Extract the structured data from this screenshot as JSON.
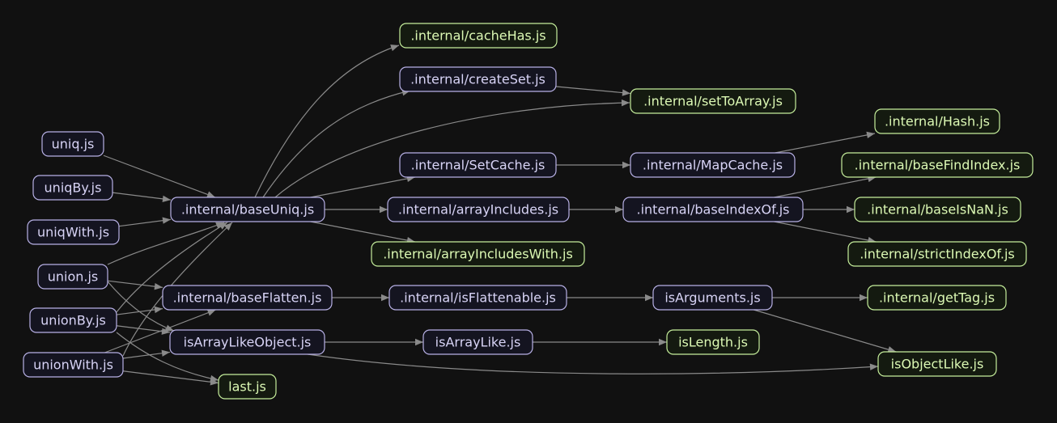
{
  "colors": {
    "background": "#111111",
    "module": "#b8b1e6",
    "leaf": "#c6ef9c",
    "edge": "#8a8a8a"
  },
  "nodes": [
    {
      "id": "uniq",
      "label": "uniq.js",
      "kind": "module"
    },
    {
      "id": "uniqBy",
      "label": "uniqBy.js",
      "kind": "module"
    },
    {
      "id": "uniqWith",
      "label": "uniqWith.js",
      "kind": "module"
    },
    {
      "id": "union",
      "label": "union.js",
      "kind": "module"
    },
    {
      "id": "unionBy",
      "label": "unionBy.js",
      "kind": "module"
    },
    {
      "id": "unionWith",
      "label": "unionWith.js",
      "kind": "module"
    },
    {
      "id": "baseUniq",
      "label": ".internal/baseUniq.js",
      "kind": "module"
    },
    {
      "id": "baseFlatten",
      "label": ".internal/baseFlatten.js",
      "kind": "module"
    },
    {
      "id": "isArrayLikeObject",
      "label": "isArrayLikeObject.js",
      "kind": "module"
    },
    {
      "id": "last",
      "label": "last.js",
      "kind": "leaf"
    },
    {
      "id": "cacheHas",
      "label": ".internal/cacheHas.js",
      "kind": "leaf"
    },
    {
      "id": "createSet",
      "label": ".internal/createSet.js",
      "kind": "module"
    },
    {
      "id": "setToArray",
      "label": ".internal/setToArray.js",
      "kind": "leaf"
    },
    {
      "id": "SetCache",
      "label": ".internal/SetCache.js",
      "kind": "module"
    },
    {
      "id": "MapCache",
      "label": ".internal/MapCache.js",
      "kind": "module"
    },
    {
      "id": "Hash",
      "label": ".internal/Hash.js",
      "kind": "leaf"
    },
    {
      "id": "arrayIncludes",
      "label": ".internal/arrayIncludes.js",
      "kind": "module"
    },
    {
      "id": "baseIndexOf",
      "label": ".internal/baseIndexOf.js",
      "kind": "module"
    },
    {
      "id": "baseFindIndex",
      "label": ".internal/baseFindIndex.js",
      "kind": "leaf"
    },
    {
      "id": "baseIsNaN",
      "label": ".internal/baseIsNaN.js",
      "kind": "leaf"
    },
    {
      "id": "strictIndexOf",
      "label": ".internal/strictIndexOf.js",
      "kind": "leaf"
    },
    {
      "id": "arrayIncludesWith",
      "label": ".internal/arrayIncludesWith.js",
      "kind": "leaf"
    },
    {
      "id": "isFlattenable",
      "label": ".internal/isFlattenable.js",
      "kind": "module"
    },
    {
      "id": "isArguments",
      "label": "isArguments.js",
      "kind": "module"
    },
    {
      "id": "getTag",
      "label": ".internal/getTag.js",
      "kind": "leaf"
    },
    {
      "id": "isArrayLike",
      "label": "isArrayLike.js",
      "kind": "module"
    },
    {
      "id": "isLength",
      "label": "isLength.js",
      "kind": "leaf"
    },
    {
      "id": "isObjectLike",
      "label": "isObjectLike.js",
      "kind": "leaf"
    }
  ],
  "edges": [
    {
      "from": "uniq",
      "to": "baseUniq"
    },
    {
      "from": "uniqBy",
      "to": "baseUniq"
    },
    {
      "from": "uniqWith",
      "to": "baseUniq"
    },
    {
      "from": "union",
      "to": "baseUniq"
    },
    {
      "from": "union",
      "to": "baseFlatten"
    },
    {
      "from": "union",
      "to": "isArrayLikeObject"
    },
    {
      "from": "unionBy",
      "to": "baseUniq"
    },
    {
      "from": "unionBy",
      "to": "baseFlatten"
    },
    {
      "from": "unionBy",
      "to": "isArrayLikeObject"
    },
    {
      "from": "unionBy",
      "to": "last"
    },
    {
      "from": "unionWith",
      "to": "baseUniq"
    },
    {
      "from": "unionWith",
      "to": "baseFlatten"
    },
    {
      "from": "unionWith",
      "to": "isArrayLikeObject"
    },
    {
      "from": "unionWith",
      "to": "last"
    },
    {
      "from": "baseUniq",
      "to": "cacheHas"
    },
    {
      "from": "baseUniq",
      "to": "createSet"
    },
    {
      "from": "baseUniq",
      "to": "setToArray"
    },
    {
      "from": "baseUniq",
      "to": "SetCache"
    },
    {
      "from": "baseUniq",
      "to": "arrayIncludes"
    },
    {
      "from": "baseUniq",
      "to": "arrayIncludesWith"
    },
    {
      "from": "createSet",
      "to": "setToArray"
    },
    {
      "from": "SetCache",
      "to": "MapCache"
    },
    {
      "from": "MapCache",
      "to": "Hash"
    },
    {
      "from": "arrayIncludes",
      "to": "baseIndexOf"
    },
    {
      "from": "baseIndexOf",
      "to": "baseFindIndex"
    },
    {
      "from": "baseIndexOf",
      "to": "baseIsNaN"
    },
    {
      "from": "baseIndexOf",
      "to": "strictIndexOf"
    },
    {
      "from": "baseFlatten",
      "to": "isFlattenable"
    },
    {
      "from": "isFlattenable",
      "to": "isArguments"
    },
    {
      "from": "isArguments",
      "to": "getTag"
    },
    {
      "from": "isArguments",
      "to": "isObjectLike"
    },
    {
      "from": "isArrayLikeObject",
      "to": "isArrayLike"
    },
    {
      "from": "isArrayLikeObject",
      "to": "isObjectLike"
    },
    {
      "from": "isArrayLike",
      "to": "isLength"
    }
  ]
}
